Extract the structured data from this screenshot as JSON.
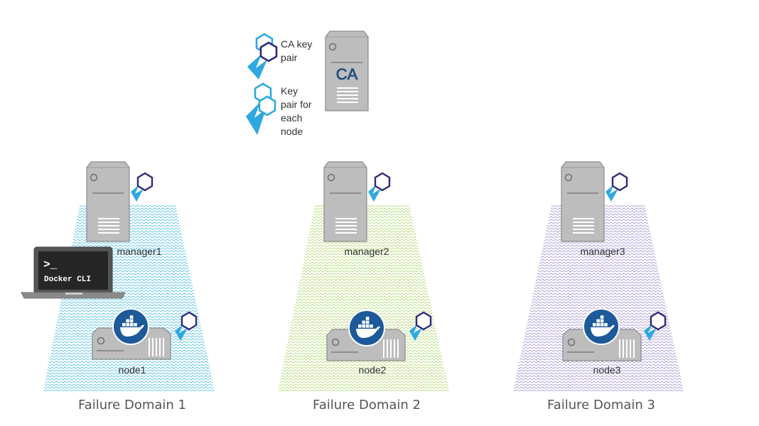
{
  "legend": {
    "ca_key_pair_lines": [
      "CA key",
      "pair"
    ],
    "node_key_pair_lines": [
      "Key",
      "pair for",
      "each",
      "node"
    ],
    "ca_server_label": "CA"
  },
  "laptop": {
    "prompt": ">_",
    "label": "Docker CLI"
  },
  "domains": [
    {
      "name": "Failure Domain 1",
      "manager": "manager1",
      "node": "node1",
      "color": "#5fc3e4"
    },
    {
      "name": "Failure Domain 2",
      "manager": "manager2",
      "node": "node2",
      "color": "#b6d97a"
    },
    {
      "name": "Failure Domain 3",
      "manager": "manager3",
      "node": "node3",
      "color": "#a99ad2"
    }
  ],
  "colors": {
    "key_light": "#2ea8df",
    "key_dark": "#2d2a7c",
    "server_gray": "#bdbdbd",
    "docker_blue": "#1c5a9a"
  }
}
